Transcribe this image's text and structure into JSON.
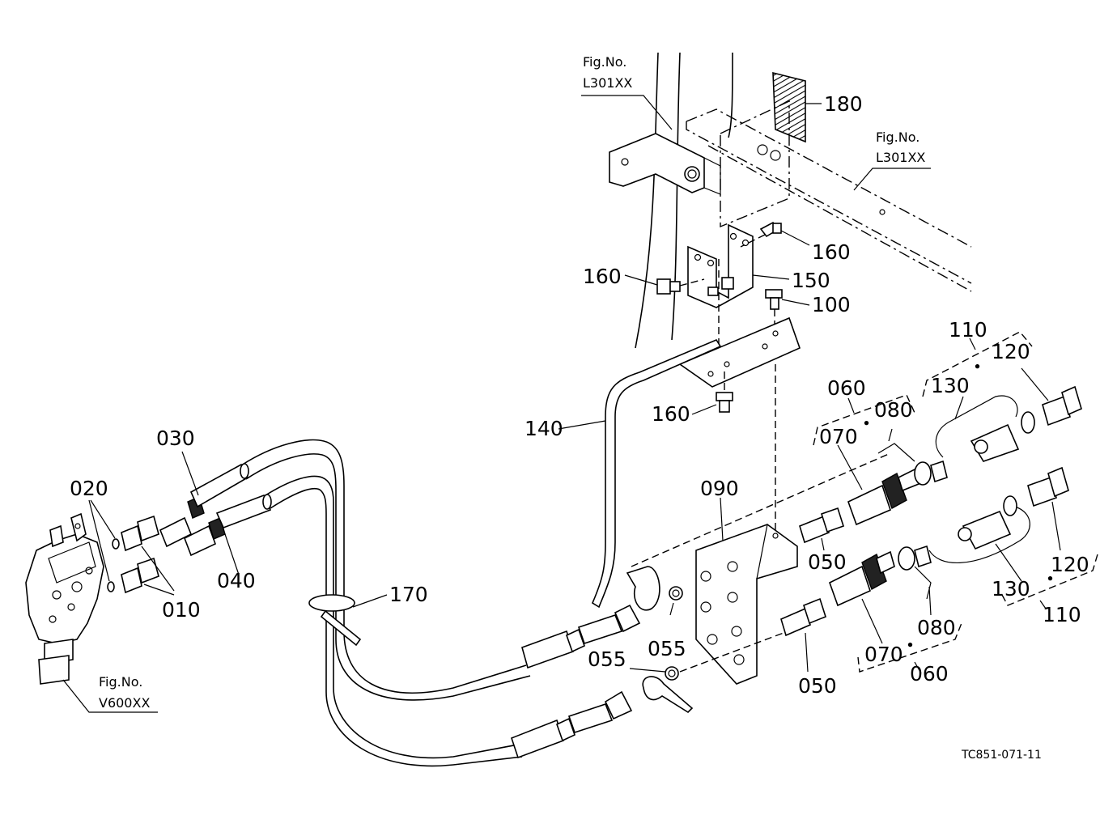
{
  "figure_code": "TC851-071-11",
  "fig_refs": [
    {
      "id": "fig-l301xx-left",
      "line1": "Fig.No.",
      "line2": "L301XX"
    },
    {
      "id": "fig-l301xx-right",
      "line1": "Fig.No.",
      "line2": "L301XX"
    },
    {
      "id": "fig-v600xx",
      "line1": "Fig.No.",
      "line2": "V600XX"
    }
  ],
  "parts": [
    {
      "id": "p010",
      "no": "010"
    },
    {
      "id": "p020",
      "no": "020"
    },
    {
      "id": "p030",
      "no": "030"
    },
    {
      "id": "p040",
      "no": "040"
    },
    {
      "id": "p050a",
      "no": "050"
    },
    {
      "id": "p050b",
      "no": "050"
    },
    {
      "id": "p055a",
      "no": "055"
    },
    {
      "id": "p055b",
      "no": "055"
    },
    {
      "id": "p060a",
      "no": "060"
    },
    {
      "id": "p060b",
      "no": "060"
    },
    {
      "id": "p070a",
      "no": "070"
    },
    {
      "id": "p070b",
      "no": "070"
    },
    {
      "id": "p080a",
      "no": "080"
    },
    {
      "id": "p080b",
      "no": "080"
    },
    {
      "id": "p090",
      "no": "090"
    },
    {
      "id": "p100",
      "no": "100"
    },
    {
      "id": "p110a",
      "no": "110"
    },
    {
      "id": "p110b",
      "no": "110"
    },
    {
      "id": "p120a",
      "no": "120"
    },
    {
      "id": "p120b",
      "no": "120"
    },
    {
      "id": "p130a",
      "no": "130"
    },
    {
      "id": "p130b",
      "no": "130"
    },
    {
      "id": "p140",
      "no": "140"
    },
    {
      "id": "p150",
      "no": "150"
    },
    {
      "id": "p160a",
      "no": "160"
    },
    {
      "id": "p160b",
      "no": "160"
    },
    {
      "id": "p160c",
      "no": "160"
    },
    {
      "id": "p170",
      "no": "170"
    },
    {
      "id": "p180",
      "no": "180"
    }
  ],
  "separator_dot": "・"
}
